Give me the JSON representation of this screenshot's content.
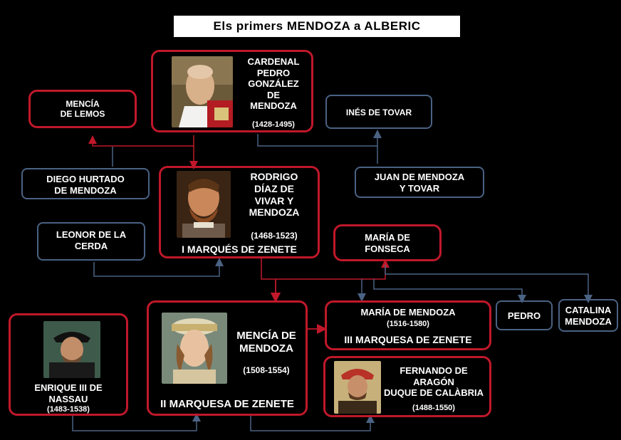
{
  "title": "Els primers MENDOZA a ALBERIC",
  "colors": {
    "red": "#c0182a",
    "blue": "#4a6283",
    "background": "#000000"
  },
  "nodes": {
    "cardenal": {
      "name": "CARDENAL\nPEDRO\nGONZÁLEZ\nDE\nMENDOZA",
      "dates": "(1428-1495)"
    },
    "mencia_lemos": {
      "name": "MENCÍA\nDE LEMOS"
    },
    "ines_tovar": {
      "name": "INÉS DE TOVAR"
    },
    "diego_hurtado": {
      "name": "DIEGO HURTADO\nDE MENDOZA"
    },
    "juan_mendoza": {
      "name": "JUAN DE MENDOZA\nY TOVAR"
    },
    "rodrigo": {
      "name": "RODRIGO\nDÍAZ DE\nVIVAR Y\nMENDOZA",
      "dates": "(1468-1523)",
      "title": "I MARQUÉS DE ZENETE"
    },
    "leonor": {
      "name": "LEONOR DE LA\nCERDA"
    },
    "maria_fonseca": {
      "name": "MARÍA DE\nFONSECA"
    },
    "maria_mendoza": {
      "name": "MARÍA DE MENDOZA",
      "dates": "(1516-1580)",
      "title": "III MARQUESA DE ZENETE"
    },
    "pedro": {
      "name": "PEDRO"
    },
    "catalina": {
      "name": "CATALINA\nMENDOZA"
    },
    "mencia_mendoza": {
      "name": "MENCÍA DE\nMENDOZA",
      "dates": "(1508-1554)",
      "title": "II MARQUESA DE ZENETE"
    },
    "enrique": {
      "name": "ENRIQUE III DE\nNASSAU",
      "dates": "(1483-1538)"
    },
    "fernando": {
      "name": "FERNANDO DE\nARAGÓN\nDUQUE DE CALÀBRIA",
      "dates": "(1488-1550)"
    }
  },
  "portraits": {
    "cardenal": "cardinal-portrait",
    "rodrigo": "rodrigo-portrait",
    "mencia_mendoza": "mencia-portrait",
    "enrique": "enrique-portrait",
    "fernando": "fernando-portrait"
  }
}
